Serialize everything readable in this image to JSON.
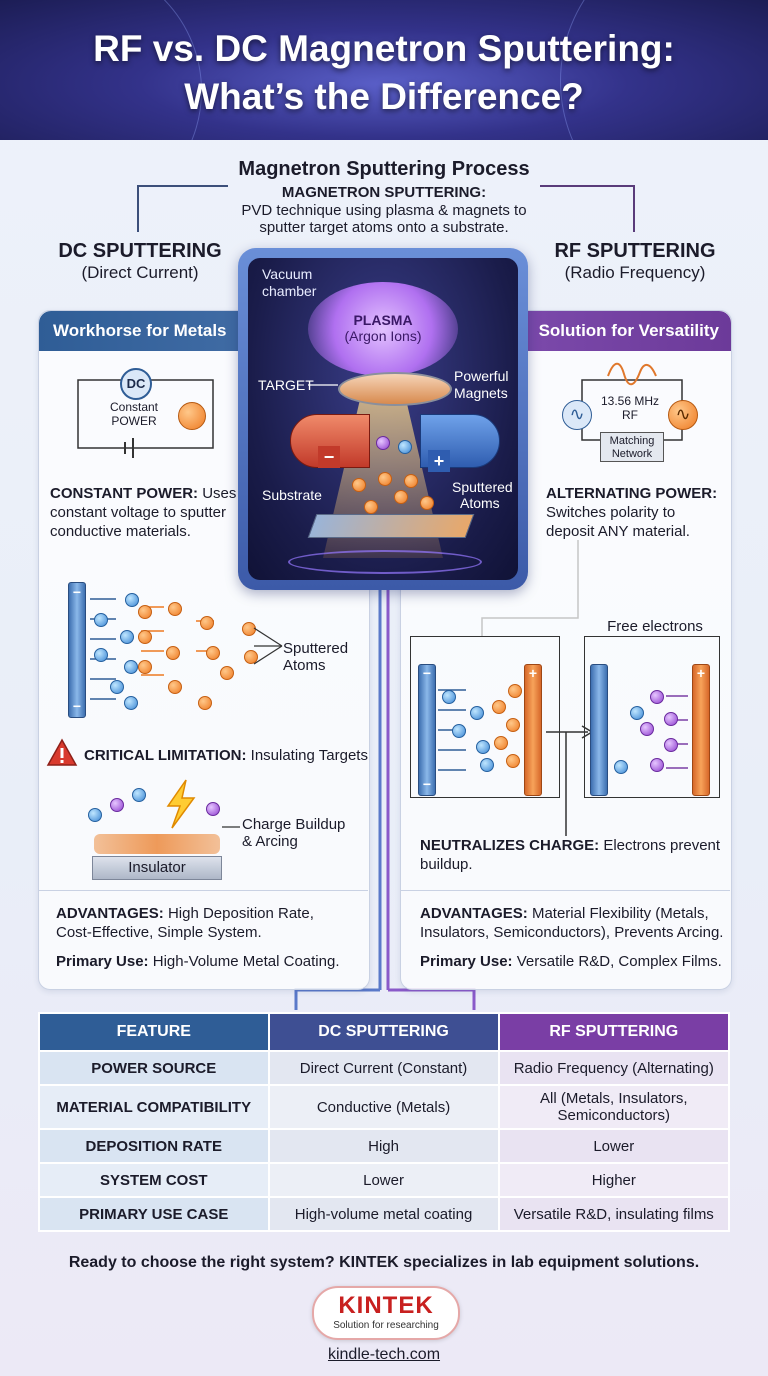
{
  "title_line1": "RF vs. DC Magnetron Sputtering:",
  "title_line2": "What’s the Difference?",
  "process": {
    "title": "Magnetron Sputtering Process",
    "def_label": "MAGNETRON SPUTTERING:",
    "def_line1": "PVD technique using plasma & magnets to",
    "def_line2": "sputter target atoms onto a substrate."
  },
  "chamber": {
    "vacuum_line1": "Vacuum",
    "vacuum_line2": "chamber",
    "plasma_line1": "PLASMA",
    "plasma_line2": "(Argon Ions)",
    "target": "TARGET",
    "magnets_line1": "Powerful",
    "magnets_line2": "Magnets",
    "substrate": "Substrate",
    "sputtered_line1": "Sputtered",
    "sputtered_line2": "Atoms",
    "minus": "−",
    "plus": "+"
  },
  "dc": {
    "heading": "DC SPUTTERING",
    "subheading": "(Direct Current)",
    "band": "Workhorse for Metals",
    "circuit_badge": "DC",
    "circuit_line1": "Constant",
    "circuit_line2": "POWER",
    "power_label": "CONSTANT POWER:",
    "power_rest": " Uses",
    "power_line2": "constant voltage to sputter",
    "power_line3": "conductive materials.",
    "sputtered_line1": "Sputtered",
    "sputtered_line2": "Atoms",
    "limit_label": "CRITICAL LIMITATION:",
    "limit_rest": " Insulating Targets",
    "insulator": "Insulator",
    "charge_line1": "Charge Buildup",
    "charge_line2": "& Arcing",
    "adv_label": "ADVANTAGES:",
    "adv_rest": " High Deposition Rate,",
    "adv_line2": "Cost-Effective, Simple System.",
    "use_label": "Primary Use:",
    "use_rest": " High-Volume Metal Coating."
  },
  "rf": {
    "heading": "RF SPUTTERING",
    "subheading": "(Radio Frequency)",
    "band": "Solution for Versatility",
    "freq_line1": "13.56 MHz",
    "freq_line2": "RF",
    "match_line1": "Matching",
    "match_line2": "Network",
    "power_label": "ALTERNATING POWER:",
    "power_line2": "Switches polarity to",
    "power_line3": "deposit ANY material.",
    "free_electrons": "Free electrons",
    "neutral_label": "NEUTRALIZES CHARGE:",
    "neutral_rest": " Electrons prevent",
    "neutral_line2": "buildup.",
    "adv_label": "ADVANTAGES:",
    "adv_rest": " Material Flexibility (Metals,",
    "adv_line2": "Insulators, Semiconductors), Prevents Arcing.",
    "use_label": "Primary Use:",
    "use_rest": " Versatile R&D, Complex Films."
  },
  "table": {
    "headers": [
      "FEATURE",
      "DC SPUTTERING",
      "RF SPUTTERING"
    ],
    "rows": [
      {
        "feature": "POWER SOURCE",
        "dc": "Direct Current (Constant)",
        "rf": "Radio Frequency (Alternating)",
        "rf2": ""
      },
      {
        "feature": "MATERIAL COMPATIBILITY",
        "dc": "Conductive (Metals)",
        "rf": "All (Metals, Insulators,",
        "rf2": "Semiconductors)"
      },
      {
        "feature": "DEPOSITION RATE",
        "dc": "High",
        "rf": "Lower",
        "rf2": ""
      },
      {
        "feature": "SYSTEM COST",
        "dc": "Lower",
        "rf": "Higher",
        "rf2": ""
      },
      {
        "feature": "PRIMARY USE CASE",
        "dc": "High-volume metal coating",
        "rf": "Versatile R&D, insulating films",
        "rf2": ""
      }
    ]
  },
  "footer": {
    "cta": "Ready to choose the right system? KINTEK specializes in lab equipment solutions.",
    "logo": "KINTEK",
    "tagline": "Solution for researching",
    "url": "kindle-tech.com"
  },
  "colors": {
    "dc_blue": "#2f5d96",
    "rf_purple": "#7a3ea5",
    "orange": "#ee7a22"
  }
}
